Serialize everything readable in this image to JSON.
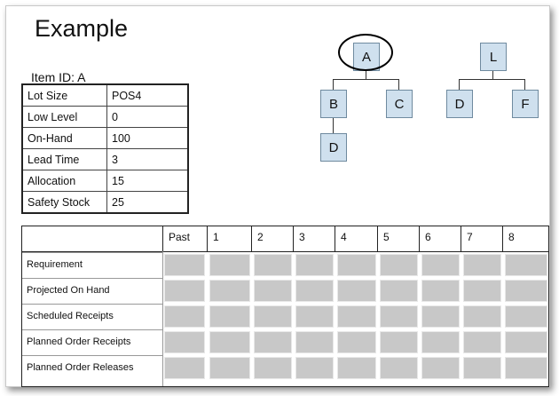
{
  "slide": {
    "title": "Example",
    "item_id": "Item ID: A"
  },
  "item_params": [
    {
      "label": "Lot Size",
      "value": "POS4"
    },
    {
      "label": "Low Level",
      "value": "0"
    },
    {
      "label": "On-Hand",
      "value": "100"
    },
    {
      "label": "Lead Time",
      "value": "3"
    },
    {
      "label": "Allocation",
      "value": "15"
    },
    {
      "label": "Safety Stock",
      "value": "25"
    }
  ],
  "bom_tree": {
    "nodes": [
      "A",
      "B",
      "C",
      "D",
      "L",
      "D",
      "F"
    ],
    "highlighted": "A"
  },
  "mrp_grid": {
    "headers": [
      "Past",
      "1",
      "2",
      "3",
      "4",
      "5",
      "6",
      "7",
      "8"
    ],
    "rows": [
      "Requirement",
      "Projected On Hand",
      "Scheduled Receipts",
      "Planned Order Receipts",
      "Planned Order Releases"
    ]
  },
  "colors": {
    "node_fill": "#cfe0ee",
    "cell_fill": "#c8c8c8"
  }
}
